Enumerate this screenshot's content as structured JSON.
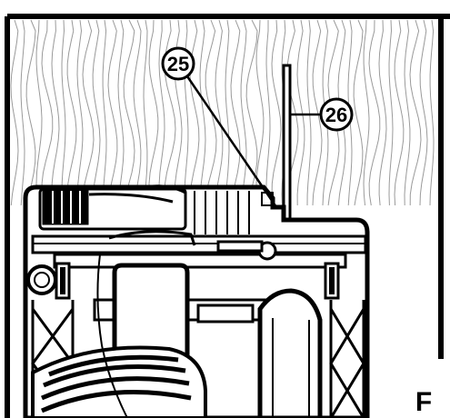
{
  "callouts": [
    {
      "label": "25",
      "target": "fence-corner"
    },
    {
      "label": "26",
      "target": "straightedge"
    }
  ],
  "figure_letter": "F",
  "colors": {
    "ink": "#000000",
    "paper": "#ffffff",
    "wood_grain": "#9a9a9a"
  }
}
